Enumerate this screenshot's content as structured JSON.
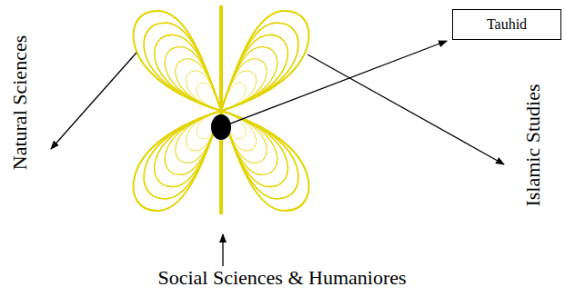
{
  "diagram": {
    "nodes": [
      {
        "text": [
          "Tauhid"
        ]
      }
    ],
    "labels": [
      "Natural Sciences",
      "Islamic Studies",
      "Social Sciences & Humaniores"
    ]
  }
}
